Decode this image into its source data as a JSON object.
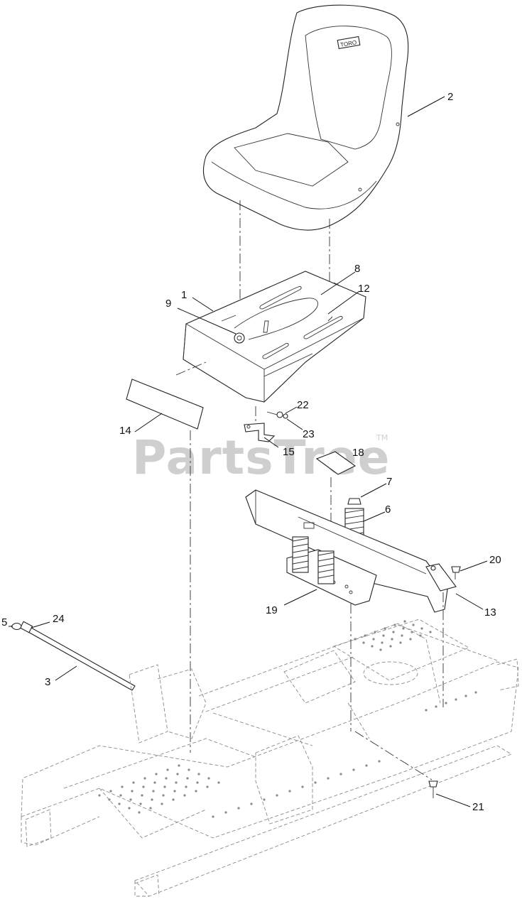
{
  "watermark": {
    "text": "PartsTree",
    "trademark": "TM"
  },
  "seat_logo": "TORO",
  "callouts": [
    {
      "id": "c2",
      "label": "2"
    },
    {
      "id": "c8",
      "label": "8"
    },
    {
      "id": "c1",
      "label": "1"
    },
    {
      "id": "c12",
      "label": "12"
    },
    {
      "id": "c9",
      "label": "9"
    },
    {
      "id": "c22",
      "label": "22"
    },
    {
      "id": "c14",
      "label": "14"
    },
    {
      "id": "c23",
      "label": "23"
    },
    {
      "id": "c15",
      "label": "15"
    },
    {
      "id": "c18",
      "label": "18"
    },
    {
      "id": "c7",
      "label": "7"
    },
    {
      "id": "c6",
      "label": "6"
    },
    {
      "id": "c20",
      "label": "20"
    },
    {
      "id": "c19",
      "label": "19"
    },
    {
      "id": "c13",
      "label": "13"
    },
    {
      "id": "c5",
      "label": "5"
    },
    {
      "id": "c24",
      "label": "24"
    },
    {
      "id": "c3",
      "label": "3"
    },
    {
      "id": "c21",
      "label": "21"
    }
  ]
}
